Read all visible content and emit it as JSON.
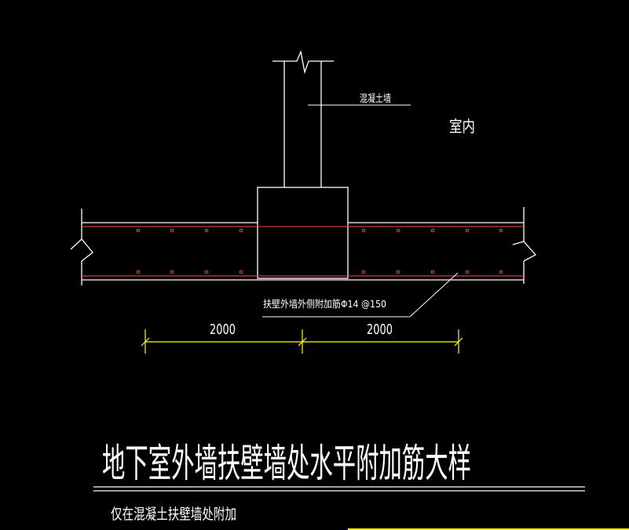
{
  "labels": {
    "concrete_wall": "混凝土墙",
    "indoor": "室内",
    "rebar_note": "扶壁外墙外侧附加筋Φ14 @150",
    "dim_left": "2000",
    "dim_right": "2000",
    "title": "地下室外墙扶壁墙处水平附加筋大样",
    "subtitle": "仅在混凝土扶壁墙处附加"
  },
  "colors": {
    "background": "#000000",
    "outline": "#ffffff",
    "rebar": "#ff4a4a",
    "dimension": "#ffff00",
    "text": "#ffffff"
  }
}
